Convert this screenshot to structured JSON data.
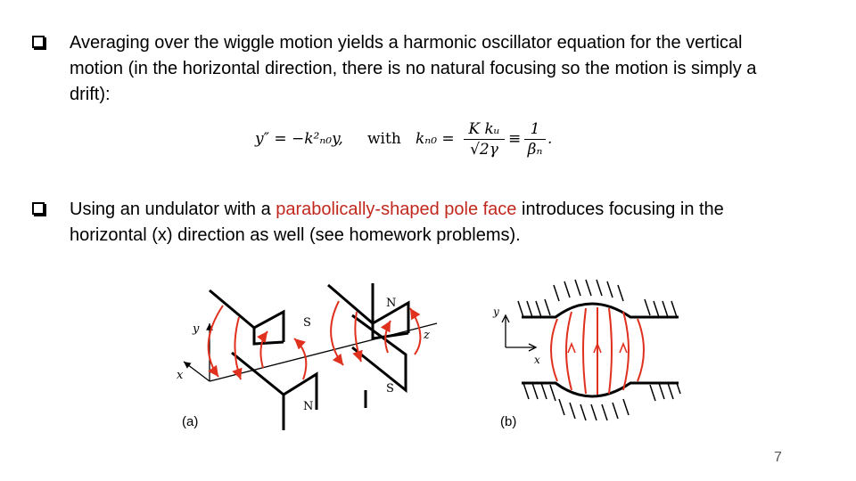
{
  "bullets": [
    {
      "text": "Averaging over the wiggle motion yields a harmonic oscillator equation for the vertical motion (in the horizontal direction, there is no natural focusing so the motion is simply a drift):"
    },
    {
      "text_before": "Using an undulator with a ",
      "highlight": "parabolically-shaped pole face",
      "text_after": " introduces focusing in the horizontal (x) direction as well (see homework problems)."
    }
  ],
  "equation": {
    "lhs": "y″ = −k²ₙ₀y,",
    "with": "with",
    "k_def": "kₙ₀ =",
    "frac1_num": "K kᵤ",
    "frac1_den": "√2γ",
    "equiv": "≡",
    "frac2_num": "1",
    "frac2_den": "βₙ",
    "period": "."
  },
  "figure_a": {
    "label": "(a)",
    "axis_x": "x",
    "axis_y": "y",
    "axis_z": "z",
    "pole_labels": [
      "N",
      "S",
      "N",
      "S"
    ]
  },
  "figure_b": {
    "label": "(b)",
    "axis_x": "x",
    "axis_y": "y"
  },
  "page_number": "7",
  "colors": {
    "highlight": "#c0281e",
    "field_lines": "#e0301e"
  }
}
